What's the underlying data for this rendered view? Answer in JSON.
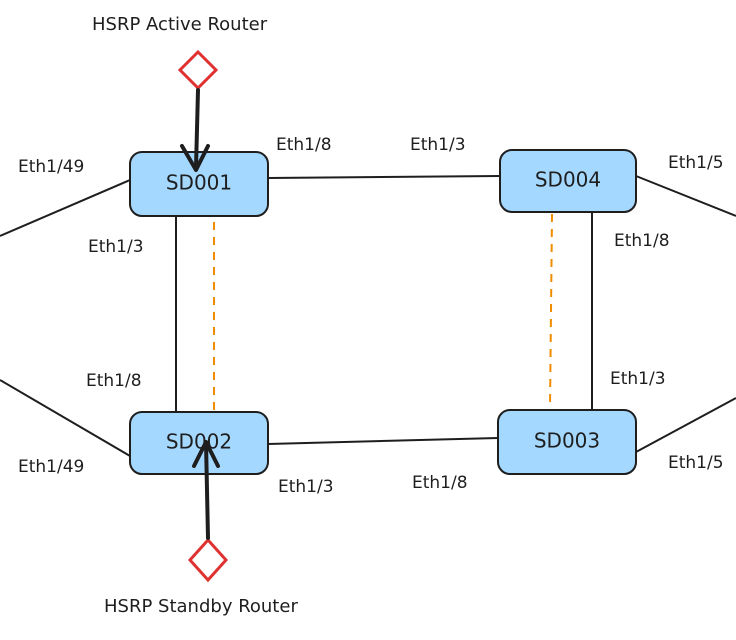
{
  "diagram": {
    "nodes": {
      "sd001": {
        "label": "SD001"
      },
      "sd002": {
        "label": "SD002"
      },
      "sd003": {
        "label": "SD003"
      },
      "sd004": {
        "label": "SD004"
      }
    },
    "annotations": {
      "active_router": "HSRP Active Router",
      "standby_router": "HSRP Standby Router"
    },
    "ports": {
      "sd001_left": "Eth1/49",
      "sd001_right": "Eth1/8",
      "sd001_down": "Eth1/3",
      "sd004_left": "Eth1/3",
      "sd004_right": "Eth1/5",
      "sd004_down": "Eth1/8",
      "sd002_up": "Eth1/8",
      "sd002_left": "Eth1/49",
      "sd002_right": "Eth1/3",
      "sd003_left": "Eth1/8",
      "sd003_up": "Eth1/3",
      "sd003_right": "Eth1/5"
    },
    "colors": {
      "node_fill": "#a5d8ff",
      "stroke": "#1e1e1e",
      "ha_link": "#f08c00",
      "marker": "#e03131"
    }
  }
}
